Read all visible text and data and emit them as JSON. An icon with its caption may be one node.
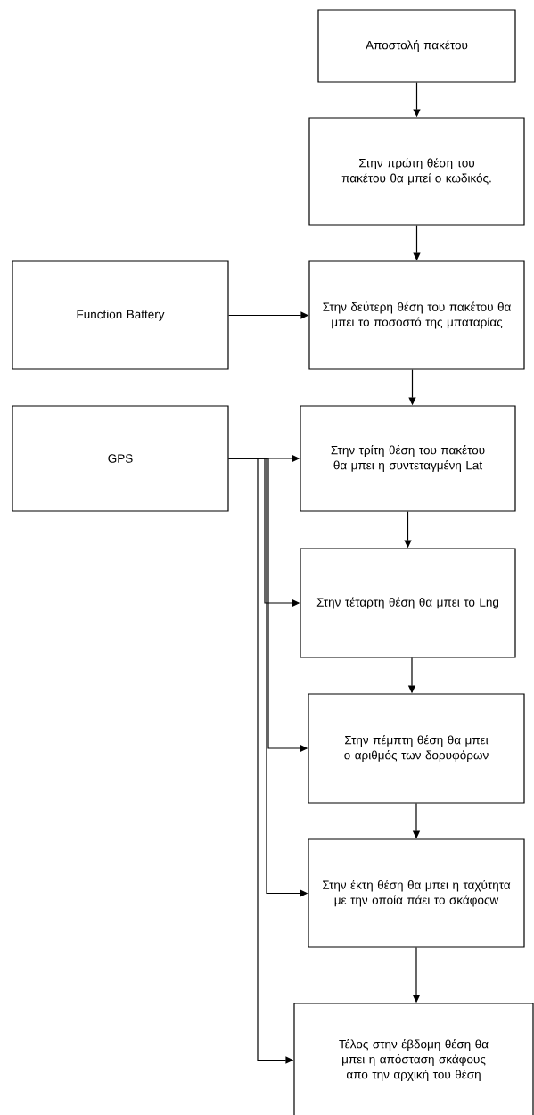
{
  "diagram": {
    "nodes": [
      {
        "text": [
          "Αποστολή πακέτου"
        ]
      },
      {
        "text": [
          "Στην πρώτη θέση του πακέτου θα μπεί ο κωδικός."
        ]
      },
      {
        "text": [
          "Function Battery"
        ]
      },
      {
        "text": [
          "Στην δεύτερη θέση του πακέτου θα μπει το ποσοστό της μπαταρίας"
        ]
      },
      {
        "text": [
          "GPS"
        ]
      },
      {
        "text": [
          "Στην τρίτη θέση του πακέτου θα μπει η συντεταγμένη Lat"
        ]
      },
      {
        "text": [
          "Στην τέταρτη θέση θα μπει το Lng"
        ]
      },
      {
        "text": [
          "Στην πέμπτη θέση θα μπει ο αριθμός των δορυφόρων"
        ]
      },
      {
        "text": [
          "Στην έκτη θέση θα μπει η ταχύτητα με την οποία πάει το σκάφοςw"
        ]
      },
      {
        "text": [
          "Τέλος στην έβδομη θέση θα μπει η απόσταση σκάφους απο την αρχική του θέση"
        ]
      }
    ],
    "edges": [
      {
        "from": 0,
        "to": 1,
        "arrow": "to"
      },
      {
        "from": 1,
        "to": 3,
        "arrow": "to"
      },
      {
        "from": 2,
        "to": 3,
        "arrow": "to"
      },
      {
        "from": 3,
        "to": 5,
        "arrow": "to"
      },
      {
        "from": 4,
        "to": 5,
        "arrow": "to"
      },
      {
        "from": 5,
        "to": 6,
        "arrow": "to"
      },
      {
        "from": 4,
        "to": 6,
        "arrow": "to"
      },
      {
        "from": 6,
        "to": 7,
        "arrow": "to"
      },
      {
        "from": 4,
        "to": 7,
        "arrow": "to"
      },
      {
        "from": 7,
        "to": 8,
        "arrow": "to"
      },
      {
        "from": 4,
        "to": 8,
        "arrow": "to"
      },
      {
        "from": 8,
        "to": 9,
        "arrow": "to"
      },
      {
        "from": 4,
        "to": 9,
        "arrow": "to"
      }
    ]
  }
}
